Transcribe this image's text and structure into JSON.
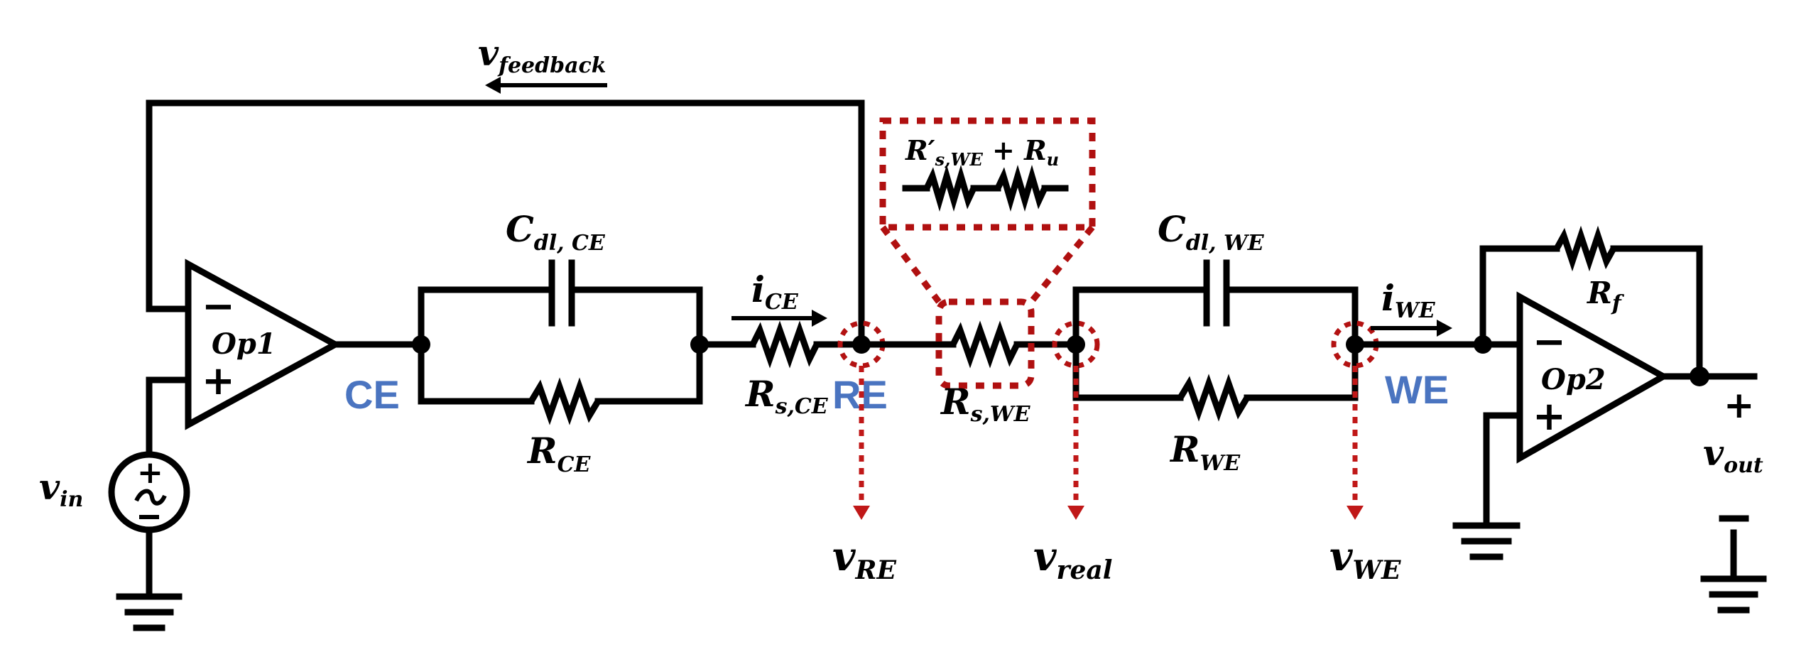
{
  "labels": {
    "v_feedback": {
      "main": "v",
      "sub": "feedback"
    },
    "v_in": {
      "main": "v",
      "sub": "in"
    },
    "v_out": {
      "main": "v",
      "sub": "out"
    },
    "v_re": {
      "main": "v",
      "sub": "RE"
    },
    "v_real": {
      "main": "v",
      "sub": "real"
    },
    "v_we": {
      "main": "v",
      "sub": "WE"
    },
    "c_dl_ce": {
      "main": "C",
      "sub": "dl, CE"
    },
    "c_dl_we": {
      "main": "C",
      "sub": "dl, WE"
    },
    "r_ce": {
      "main": "R",
      "sub": "CE"
    },
    "r_we": {
      "main": "R",
      "sub": "WE"
    },
    "r_s_ce": {
      "main": "R",
      "sub": "s,CE"
    },
    "r_s_we": {
      "main": "R",
      "sub": "s,WE"
    },
    "r_f": {
      "main": "R",
      "sub": "f"
    },
    "i_ce": {
      "main": "i",
      "sub": "CE"
    },
    "i_we": {
      "main": "i",
      "sub": "WE"
    },
    "inset": {
      "r_main": "R",
      "r_prime": "′",
      "r_sub": "s,WE",
      "plus": " + ",
      "ru_main": "R",
      "ru_sub": "u"
    }
  },
  "nodes": {
    "ce": "CE",
    "re": "RE",
    "we": "WE"
  },
  "opamps": {
    "op1": "Op1",
    "op2": "Op2"
  },
  "signs": {
    "minus": "−",
    "plus": "+"
  },
  "colors": {
    "node_label": "#4a74c0",
    "probe": "#c01818",
    "wire": "#000000"
  }
}
